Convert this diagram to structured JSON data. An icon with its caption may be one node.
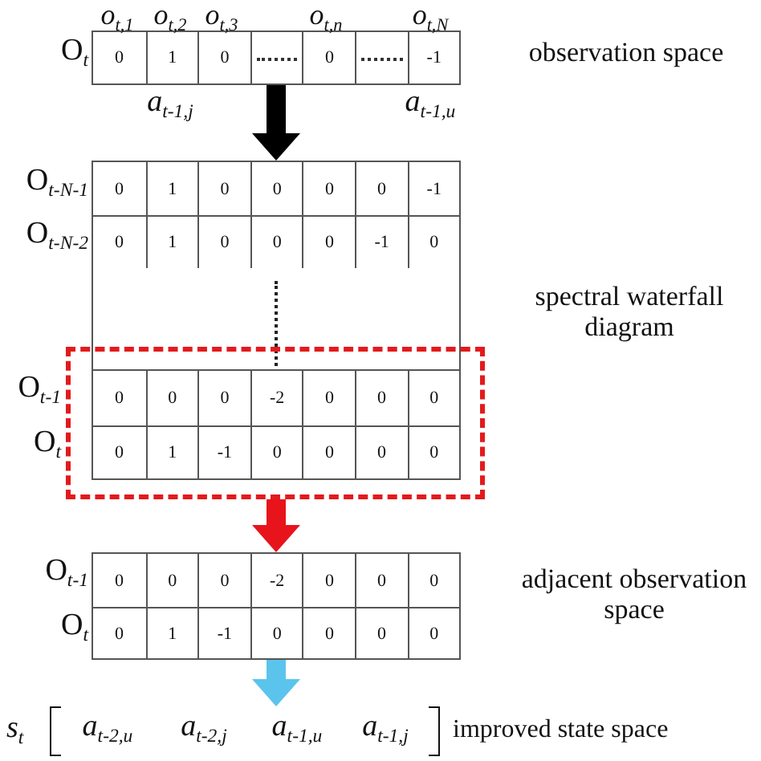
{
  "diagram": {
    "nodes": [
      {
        "text": [
          "0",
          "1",
          "0",
          "0",
          "-1"
        ]
      },
      {
        "text": [
          "0",
          "1",
          "0",
          "0",
          "0",
          "0",
          "-1",
          "0",
          "1",
          "0",
          "0",
          "0",
          "-1",
          "0"
        ]
      },
      {
        "text": [],
        "shape": "box"
      },
      {
        "text": [
          "0",
          "0",
          "0",
          "-2",
          "0",
          "0",
          "0",
          "0",
          "1",
          "-1",
          "0",
          "0",
          "0",
          "0"
        ],
        "in": 2
      },
      {
        "text": [
          "0",
          "0",
          "0",
          "-2",
          "0",
          "0",
          "0",
          "0",
          "1",
          "-1",
          "0",
          "0",
          "0",
          "0"
        ]
      },
      {
        "text": [
          "*a*$_{t-2,u}$",
          "*a*$_{t-2,j}$",
          "*a*$_{t-1,u}$",
          "*a*$_{t-1,j}$"
        ]
      }
    ],
    "edges": [
      {
        "from": 0,
        "to": 1,
        "arrow": "to",
        "style": "thick",
        "color": "#000000"
      },
      {
        "from": 2,
        "to": 4,
        "arrow": "to",
        "style": "thick",
        "color": "#e8141b"
      },
      {
        "from": 4,
        "to": 5,
        "arrow": "to",
        "style": "thick",
        "color": "#5bc4ec"
      }
    ],
    "labels": [
      "*o*$_{t,1}$",
      "*o*$_{t,2}$",
      "*o*$_{t,3}$",
      "*o*$_{t,n}$",
      "*o*$_{t,N}$",
      "O$_{t}$",
      "observation space",
      "*a*$_{t-1,j}$",
      "*a*$_{t-1,u}$",
      "O$_{t-N-1}$",
      "O$_{t-N-2}$",
      "spectral waterfall diagram",
      "O$_{t-1}$",
      "O$_{t}$",
      "O$_{t-1}$",
      "adjacent observation space",
      "O$_{t}$",
      "*s*$_{t}$",
      "improved state space"
    ]
  }
}
